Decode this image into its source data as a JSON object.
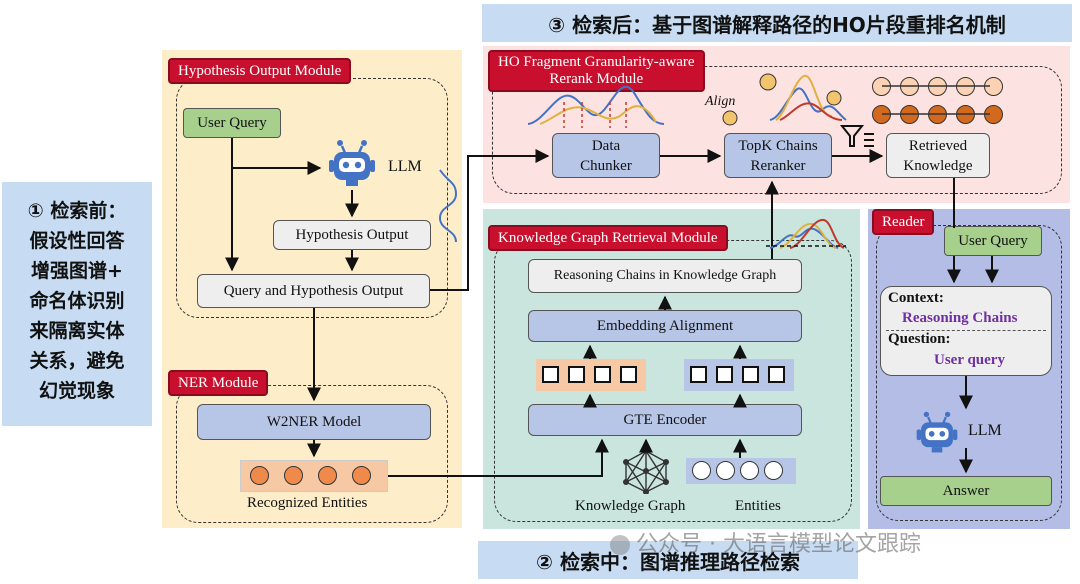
{
  "headings": {
    "top": "③ 检索后：基于图谱解释路径的HO片段重排名机制",
    "bottom": "② 检索中：图谱推理路径检索"
  },
  "side_note": {
    "lines": [
      "① 检索前：",
      "假设性回答",
      "增强图谱+",
      "命名体识别",
      "来隔离实体",
      "关系，避免",
      "幻觉现象"
    ]
  },
  "modules": {
    "hypothesis": "Hypothesis Output Module",
    "ner": "NER Module",
    "kg_retrieval": "Knowledge Graph Retrieval Module",
    "rerank": "HO Fragment Granularity-aware\nRerank Module",
    "reader": "Reader"
  },
  "hypothesis": {
    "user_query": "User Query",
    "llm": "LLM",
    "hypothesis_output": "Hypothesis Output",
    "query_and_hypothesis": "Query and Hypothesis Output"
  },
  "ner": {
    "model": "W2NER Model",
    "entities": "Recognized Entities"
  },
  "kg": {
    "reasoning_chains": "Reasoning Chains in Knowledge Graph",
    "embedding_alignment": "Embedding Alignment",
    "encoder": "GTE Encoder",
    "knowledge_graph": "Knowledge Graph",
    "entities": "Entities"
  },
  "rerank": {
    "data_chunker": "Data\nChunker",
    "topk": "TopK Chains\nReranker",
    "retrieved": "Retrieved\nKnowledge",
    "align": "Align"
  },
  "reader": {
    "user_query": "User Query",
    "context_label": "Context:",
    "context_value": "Reasoning Chains",
    "question_label": "Question:",
    "question_value": "User query",
    "llm": "LLM",
    "answer": "Answer"
  },
  "watermark": "公众号 · 大语言模型论文跟踪",
  "colors": {
    "module_tag": "#c8102e",
    "blue_box": "#b7c6e6",
    "green_box": "#a8d08d",
    "heading_bg": "#c7dcf2",
    "purple_text": "#7030a0",
    "node_orange": "#f08a4b"
  }
}
